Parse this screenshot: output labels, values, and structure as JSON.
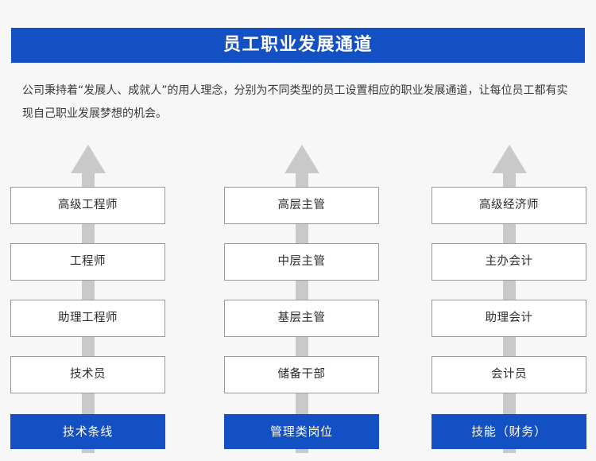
{
  "page": {
    "background_color": "#f7f7f7",
    "accent_color": "#1250c4",
    "arrow_color": "#c9c9c9",
    "box_border_color": "#9a9a9a"
  },
  "header": {
    "title": "员工职业发展通道"
  },
  "intro": {
    "text": "公司秉持着“发展人、成就人”的用人理念，分别为不同类型的员工设置相应的职业发展通道，让每位员工都有实现自己职业发展梦想的机会。"
  },
  "columns": [
    {
      "id": "technical",
      "arrow_name": "upward-arrow-icon",
      "steps": [
        {
          "label": "高级工程师"
        },
        {
          "label": "工程师"
        },
        {
          "label": "助理工程师"
        },
        {
          "label": "技术员"
        }
      ],
      "base": {
        "label": "技术条线"
      }
    },
    {
      "id": "management",
      "arrow_name": "upward-arrow-icon",
      "steps": [
        {
          "label": "高层主管"
        },
        {
          "label": "中层主管"
        },
        {
          "label": "基层主管"
        },
        {
          "label": "储备干部"
        }
      ],
      "base": {
        "label": "管理类岗位"
      }
    },
    {
      "id": "skill-finance",
      "arrow_name": "upward-arrow-icon",
      "steps": [
        {
          "label": "高级经济师"
        },
        {
          "label": "主办会计"
        },
        {
          "label": "助理会计"
        },
        {
          "label": "会计员"
        }
      ],
      "base": {
        "label": "技能（财务）"
      }
    }
  ]
}
